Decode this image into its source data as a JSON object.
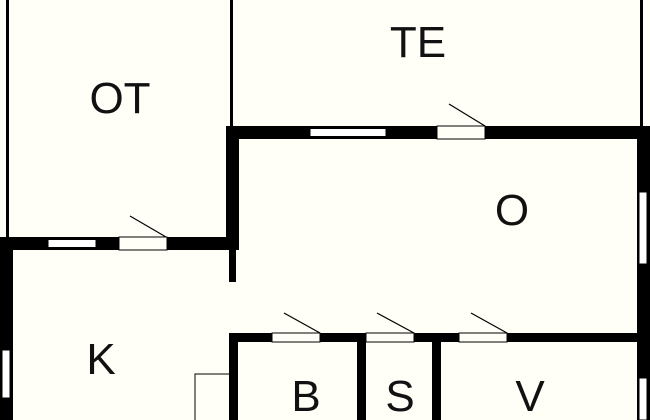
{
  "plan": {
    "background": "#fffff8",
    "wall_color": "#000000",
    "rooms": {
      "ot": "OT",
      "te": "TE",
      "o": "O",
      "k": "K",
      "b": "B",
      "s": "S",
      "v": "V"
    }
  }
}
